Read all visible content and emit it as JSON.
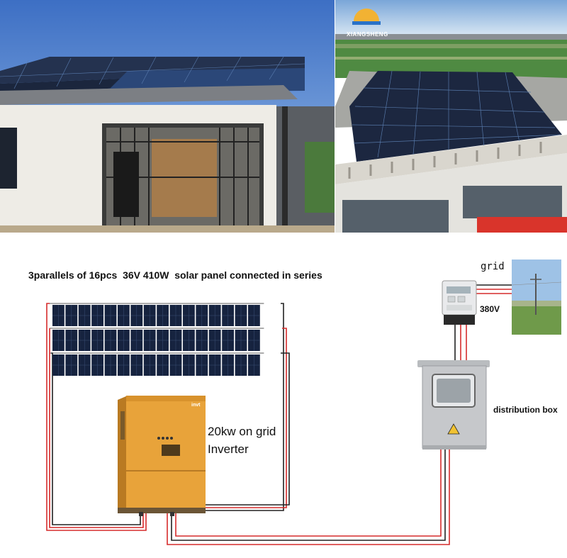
{
  "photos": {
    "left": {
      "subject": "house-with-rooftop-solar-array"
    },
    "right": {
      "subject": "flat-rooftop-solar-array",
      "logo_text": "XIANGSHENG"
    }
  },
  "diagram": {
    "title": "3parallels of 16pcs  36V 410W  solar panel connected in series",
    "panel_array": {
      "parallel_strings": 3,
      "panels_per_string": 16
    },
    "inverter": {
      "brand": "invt",
      "label_line1": "20kw on grid",
      "label_line2": "Inverter",
      "color": "#E8A33A"
    },
    "meter": {
      "voltage": "380V"
    },
    "grid_label": "grid",
    "distribution_box_label": "distribution box",
    "wire_colors": {
      "positive": "#d62b2b",
      "negative": "#222222"
    },
    "panel_color": "#16233f"
  }
}
